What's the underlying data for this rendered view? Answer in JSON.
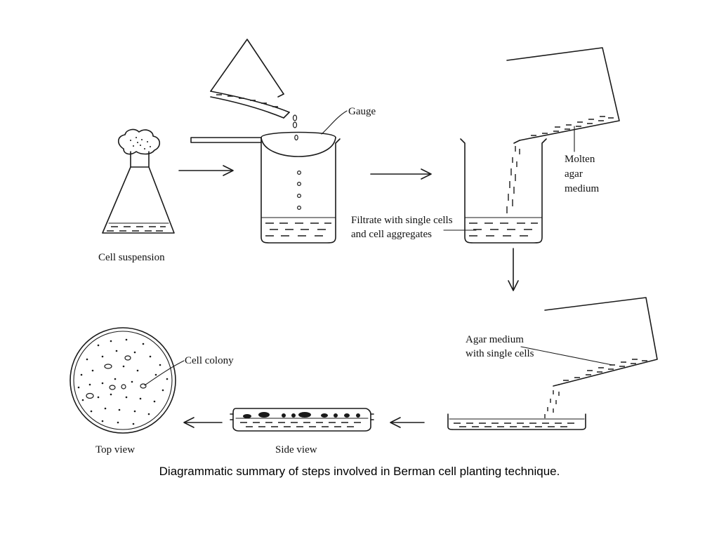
{
  "labels": {
    "gauge": "Gauge",
    "cell_suspension": "Cell suspension",
    "filtrate_line1": "Filtrate with single cells",
    "filtrate_line2": "and cell aggregates",
    "molten_line1": "Molten",
    "molten_line2": "agar",
    "molten_line3": "medium",
    "agar_line1": "Agar medium",
    "agar_line2": "with single cells",
    "cell_colony": "Cell colony",
    "top_view": "Top view",
    "side_view": "Side view"
  },
  "caption": "Diagrammatic summary of steps involved in Berman cell planting technique."
}
